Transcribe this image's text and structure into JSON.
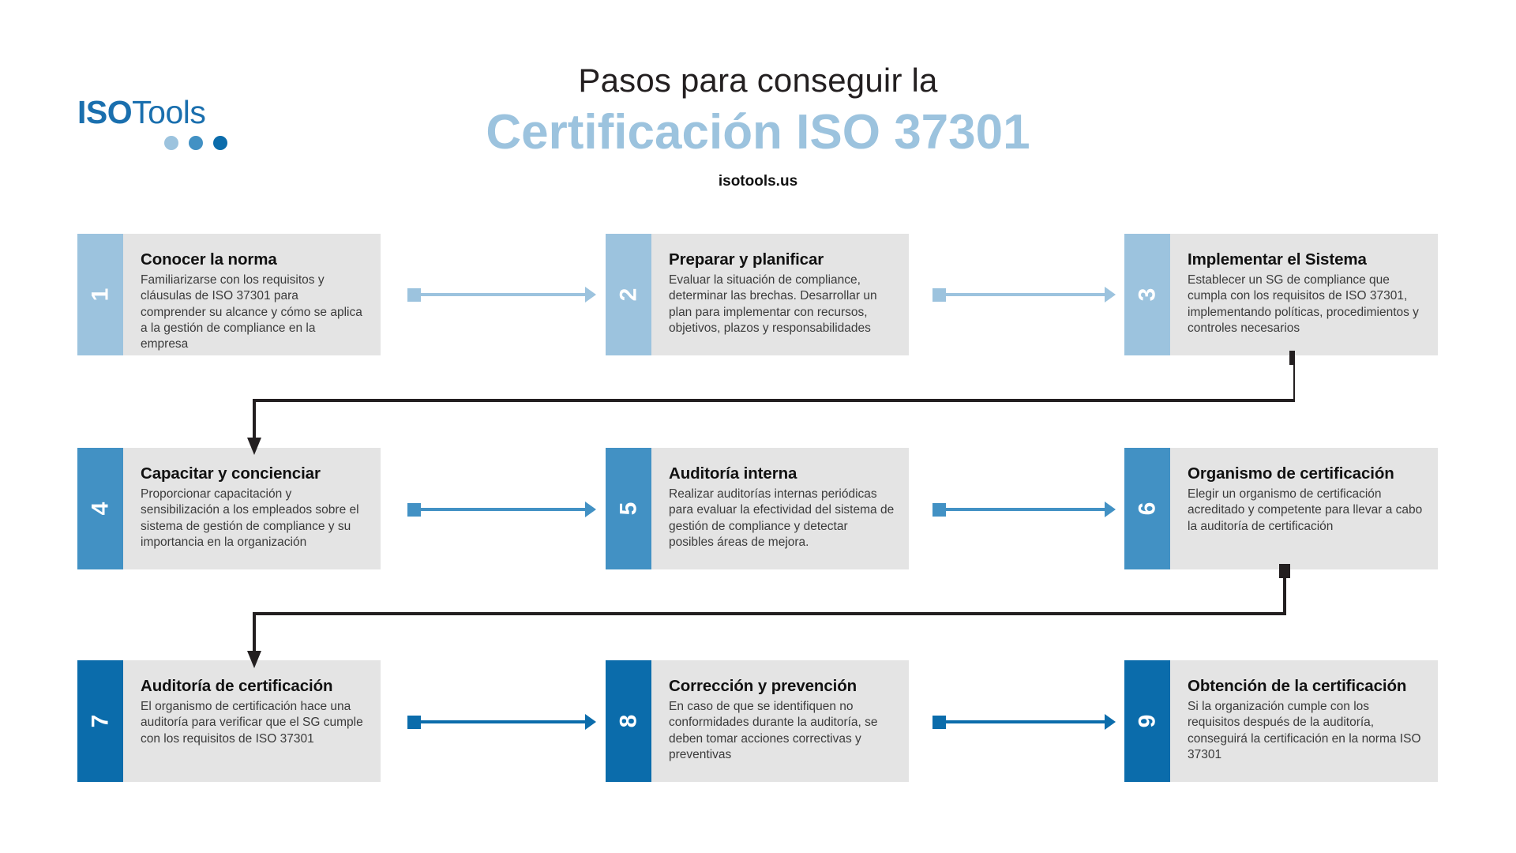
{
  "brand": {
    "logo_bold": "ISO",
    "logo_light": "Tools",
    "dot_colors": [
      "#9cc3de",
      "#4291c4",
      "#0b6cab"
    ]
  },
  "header": {
    "title_line1": "Pasos para conseguir la",
    "title_line2": "Certificación ISO 37301",
    "url": "isotools.us",
    "title_line1_color": "#231f20",
    "title_line2_color": "#9cc3de"
  },
  "theme": {
    "card_bg": "#e4e4e4",
    "row1_accent": "#9cc3de",
    "row2_accent": "#4291c4",
    "row3_accent": "#0b6cab",
    "connector_color": "#231f20",
    "page_bg": "#ffffff"
  },
  "steps": [
    {
      "number": "1",
      "title": "Conocer la norma",
      "text": "Familiarizarse con los requisitos y cláusulas de ISO 37301 para comprender su alcance y cómo se aplica a la gestión de compliance en la empresa"
    },
    {
      "number": "2",
      "title": "Preparar y planificar",
      "text": "Evaluar la situación de compliance, determinar las brechas. Desarrollar un plan para implementar con recursos, objetivos, plazos y responsabilidades"
    },
    {
      "number": "3",
      "title": "Implementar el Sistema",
      "text": "Establecer un SG de compliance que cumpla con los requisitos de ISO 37301, implementando políticas, procedimientos y controles necesarios"
    },
    {
      "number": "4",
      "title": "Capacitar y concienciar",
      "text": "Proporcionar capacitación y sensibilización a los empleados sobre el sistema de gestión de compliance y su importancia en la organización"
    },
    {
      "number": "5",
      "title": "Auditoría interna",
      "text": "Realizar auditorías internas periódicas para evaluar la efectividad del sistema de gestión de compliance y detectar posibles áreas de mejora."
    },
    {
      "number": "6",
      "title": "Organismo de certificación",
      "text": "Elegir un organismo de certificación acreditado y competente para llevar a cabo la auditoría de certificación"
    },
    {
      "number": "7",
      "title": "Auditoría de certificación",
      "text": "El organismo de certificación hace una auditoría para verificar que el SG cumple con los requisitos de ISO 37301"
    },
    {
      "number": "8",
      "title": "Corrección y prevención",
      "text": "En caso de que se identifiquen no conformidades durante la auditoría, se deben tomar acciones correctivas y preventivas"
    },
    {
      "number": "9",
      "title": "Obtención de la certificación",
      "text": "Si la organización cumple con los requisitos después de la auditoría, conseguirá la certificación en la norma ISO 37301"
    }
  ],
  "flow": {
    "arrows_horizontal": [
      {
        "from": "1",
        "to": "2"
      },
      {
        "from": "2",
        "to": "3"
      },
      {
        "from": "4",
        "to": "5"
      },
      {
        "from": "5",
        "to": "6"
      },
      {
        "from": "7",
        "to": "8"
      },
      {
        "from": "8",
        "to": "9"
      }
    ],
    "connectors_elbow": [
      {
        "from": "3",
        "to": "4"
      },
      {
        "from": "6",
        "to": "7"
      }
    ]
  }
}
